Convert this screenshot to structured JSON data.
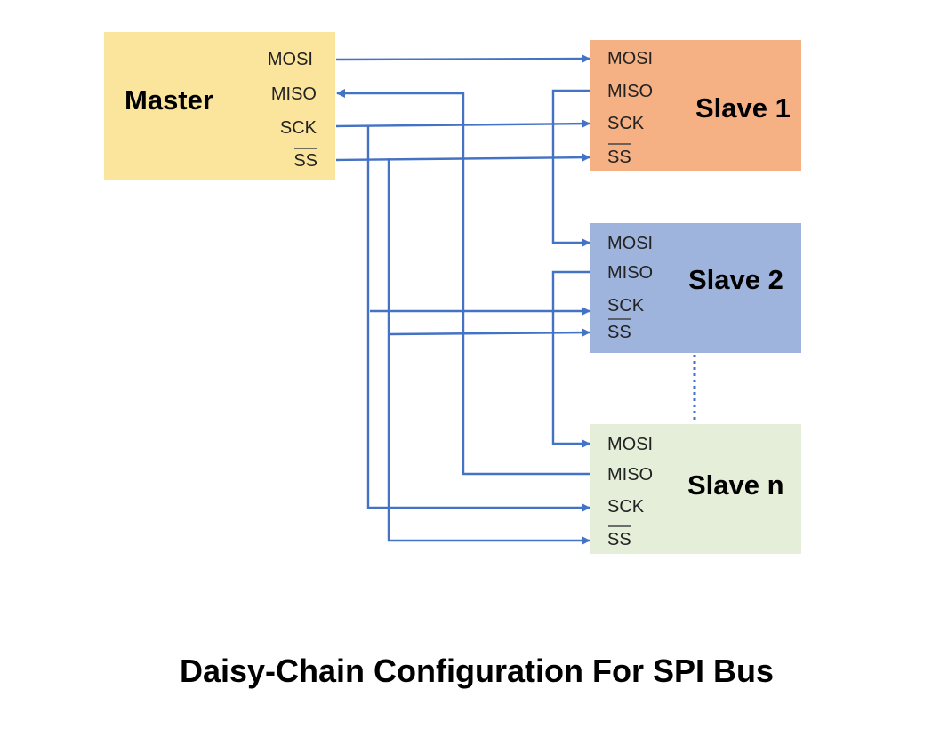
{
  "colors": {
    "master": "#fbe59d",
    "slave1": "#f5b083",
    "slave2": "#9fb4dc",
    "slave_n": "#e4eed8",
    "wire": "#4472c4",
    "chain_dots": "#4472c4"
  },
  "master": {
    "title": "Master",
    "pins": {
      "mosi": "MOSI",
      "miso": "MISO",
      "sck": "SCK",
      "ss": "SS"
    }
  },
  "slave1": {
    "title": "Slave 1",
    "pins": {
      "mosi": "MOSI",
      "miso": "MISO",
      "sck": "SCK",
      "ss": "SS"
    }
  },
  "slave2": {
    "title": "Slave 2",
    "pins": {
      "mosi": "MOSI",
      "miso": "MISO",
      "sck": "SCK",
      "ss": "SS"
    }
  },
  "slave_n": {
    "title": "Slave n",
    "pins": {
      "mosi": "MOSI",
      "miso": "MISO",
      "sck": "SCK",
      "ss": "SS"
    }
  },
  "caption": "Daisy-Chain Configuration For SPI Bus"
}
